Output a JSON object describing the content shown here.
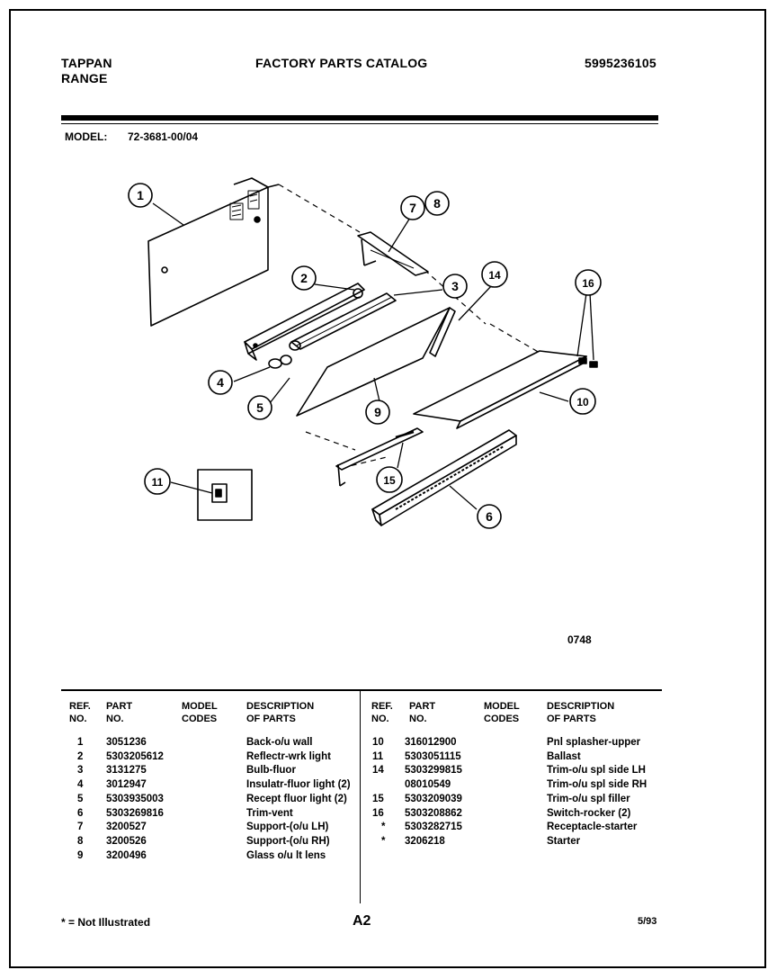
{
  "header": {
    "brand_line1": "TAPPAN",
    "brand_line2": "RANGE",
    "title": "FACTORY PARTS CATALOG",
    "catalog_number": "5995236105"
  },
  "model": {
    "label": "MODEL:",
    "value": "72-3681-00/04"
  },
  "diagram": {
    "code": "0748",
    "callouts": [
      "1",
      "2",
      "3",
      "4",
      "5",
      "6",
      "7",
      "8",
      "9",
      "10",
      "11",
      "14",
      "15",
      "16"
    ]
  },
  "table": {
    "headers": {
      "ref_line1": "REF.",
      "ref_line2": "NO.",
      "part_line1": "PART",
      "part_line2": "NO.",
      "model_line1": "MODEL",
      "model_line2": "CODES",
      "desc_line1": "DESCRIPTION",
      "desc_line2": "OF PARTS"
    },
    "left_rows": [
      {
        "ref": "1",
        "part": "3051236",
        "desc": "Back-o/u wall"
      },
      {
        "ref": "2",
        "part": "5303205612",
        "desc": "Reflectr-wrk light"
      },
      {
        "ref": "3",
        "part": "3131275",
        "desc": "Bulb-fluor"
      },
      {
        "ref": "4",
        "part": "3012947",
        "desc": "Insulatr-fluor light (2)"
      },
      {
        "ref": "5",
        "part": "5303935003",
        "desc": "Recept fluor light (2)"
      },
      {
        "ref": "6",
        "part": "5303269816",
        "desc": "Trim-vent"
      },
      {
        "ref": "7",
        "part": "3200527",
        "desc": "Support-(o/u LH)"
      },
      {
        "ref": "8",
        "part": "3200526",
        "desc": "Support-(o/u RH)"
      },
      {
        "ref": "9",
        "part": "3200496",
        "desc": "Glass o/u lt lens"
      }
    ],
    "right_rows": [
      {
        "ref": "10",
        "part": "316012900",
        "desc": "Pnl splasher-upper"
      },
      {
        "ref": "11",
        "part": "5303051115",
        "desc": "Ballast"
      },
      {
        "ref": "14",
        "part": "5303299815",
        "desc": "Trim-o/u spl side LH"
      },
      {
        "ref": "",
        "part": "08010549",
        "desc": "Trim-o/u spl side RH"
      },
      {
        "ref": "15",
        "part": "5303209039",
        "desc": "Trim-o/u spl filler"
      },
      {
        "ref": "16",
        "part": "5303208862",
        "desc": "Switch-rocker (2)"
      },
      {
        "ref": "*",
        "part": "5303282715",
        "desc": "Receptacle-starter"
      },
      {
        "ref": "*",
        "part": "3206218",
        "desc": "Starter"
      }
    ]
  },
  "footer": {
    "note": "* = Not Illustrated",
    "page": "A2",
    "date": "5/93"
  }
}
